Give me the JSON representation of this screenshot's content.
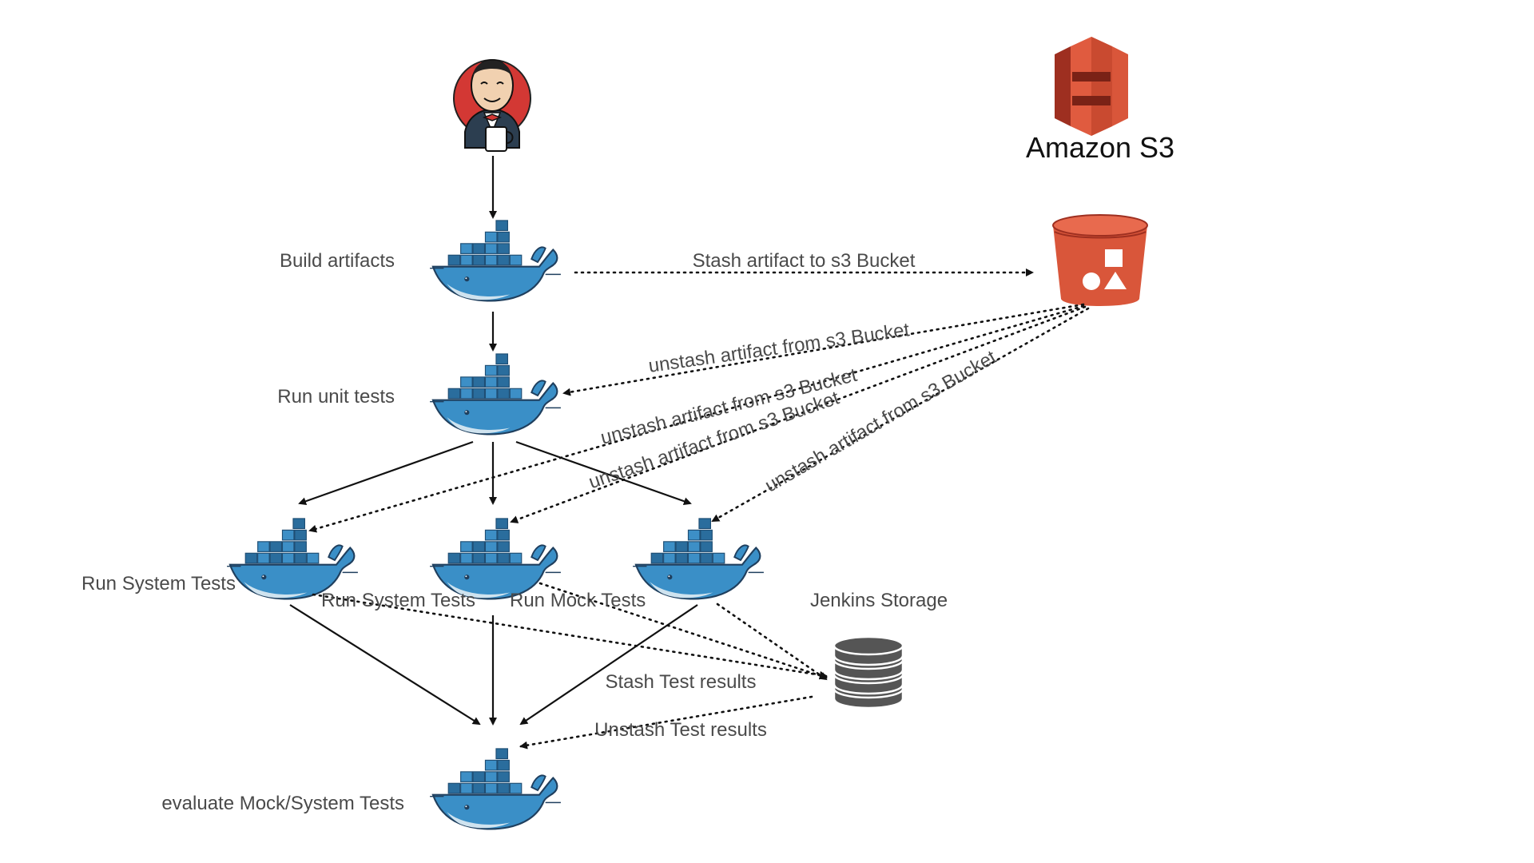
{
  "colors": {
    "docker_blue": "#3a8fc7",
    "docker_dark": "#1f3f5e",
    "docker_belly": "#cfe3ef",
    "s3_red": "#d9563a",
    "s3_dark": "#9e2f20",
    "storage_gray": "#555555",
    "jenkins_red": "#d33834",
    "text": "#4a4a4a"
  },
  "icons": {
    "jenkins": "jenkins-butler-icon",
    "s3_logo": "amazon-s3-logo-icon",
    "bucket": "s3-bucket-icon",
    "storage": "database-stack-icon",
    "docker": "docker-whale-icon"
  },
  "s3": {
    "brand": "Amazon S3"
  },
  "stages": {
    "build": "Build artifacts",
    "unit": "Run unit tests",
    "system_a": "Run System Tests",
    "system_b": "Run System Tests",
    "mock": "Run Mock Tests",
    "evaluate": "evaluate Mock/System Tests"
  },
  "storage": {
    "label": "Jenkins Storage"
  },
  "edges": {
    "stash_s3": "Stash artifact to s3 Bucket",
    "unstash_unit": "unstash artifact from s3 Bucket",
    "unstash_system_a": "unstash artifact from s3 Bucket",
    "unstash_system_b": "unstash artifact from s3 Bucket",
    "unstash_mock": "unstash artifact from s3 Bucket",
    "stash_results": "Stash Test results",
    "unstash_results": "Unstash Test results"
  }
}
